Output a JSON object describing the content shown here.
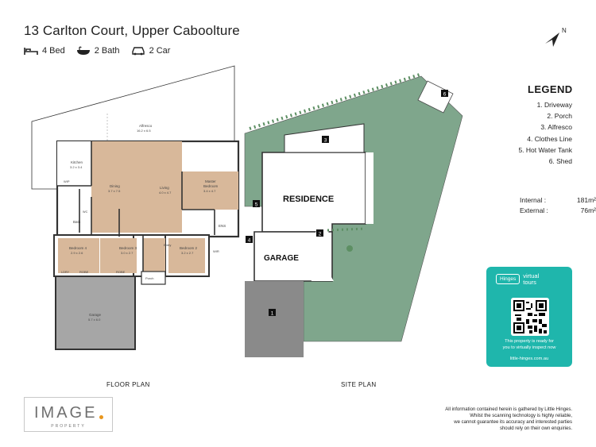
{
  "header": {
    "address": "13 Carlton Court, Upper Caboolture",
    "features": [
      {
        "icon": "bed-icon",
        "label": "4 Bed"
      },
      {
        "icon": "bath-icon",
        "label": "2 Bath"
      },
      {
        "icon": "car-icon",
        "label": "2 Car"
      }
    ]
  },
  "compass": {
    "label": "N"
  },
  "legend": {
    "title": "LEGEND",
    "items": [
      "1. Driveway",
      "2. Porch",
      "3. Alfresco",
      "4. Clothes Line",
      "5. Hot Water Tank",
      "6. Shed"
    ]
  },
  "areas": {
    "internal_label": "Internal :",
    "internal_value": "181m²",
    "external_label": "External :",
    "external_value": "76m²"
  },
  "virtual_tour": {
    "brand": "Hinges",
    "sub1": "virtual",
    "sub2": "tours",
    "line1": "This property is ready for",
    "line2": "you to virtually inspect now",
    "url": "little-hinges.com.au"
  },
  "floor_plan": {
    "label": "FLOOR PLAN",
    "rooms": {
      "alfresco": {
        "name": "Alfresco",
        "dims": "16.2 x 6.5"
      },
      "kitchen": {
        "name": "Kitchen",
        "dims": "3.2 x 3.4"
      },
      "dining": {
        "name": "Dining",
        "dims": "3.7 x 7.5"
      },
      "living": {
        "name": "Living",
        "dims": "4.0 x 4.7"
      },
      "master": {
        "name1": "Master",
        "name2": "Bedroom",
        "dims": "3.4 x 4.7"
      },
      "wip": "WIP",
      "bath": "Bath",
      "wc": "WC",
      "ens": "ENS",
      "bed4": {
        "name": "Bedroom 4",
        "dims": "2.9 x 2.6"
      },
      "bed3": {
        "name": "Bedroom 3",
        "dims": "3.0 x 2.7"
      },
      "bed2": {
        "name": "Bedroom 2",
        "dims": "3.2 x 2.7"
      },
      "entry": "Entry",
      "robe": "ROBE",
      "wir": "WIR",
      "ldry": "LDRY",
      "porch": "Porch",
      "garage": {
        "name": "Garage",
        "dims": "5.7 x 6.0"
      }
    }
  },
  "site_plan": {
    "label": "SITE PLAN",
    "residence": "RESIDENCE",
    "garage": "GARAGE",
    "markers": [
      "1",
      "2",
      "3",
      "4",
      "5",
      "6"
    ]
  },
  "brand": {
    "name": "IMAGE",
    "sub": "PROPERTY"
  },
  "disclaimer": [
    "All information contained herein is gathered by Little Hinges.",
    "Whilst the scanning technology is highly reliable,",
    "we cannot guarantee its accuracy and interested parties",
    "should rely on their own enquiries."
  ],
  "colors": {
    "wood_floor": "#d8b89a",
    "grass": "#7fa68c",
    "driveway": "#8a8a8a",
    "garage_floor": "#a6a6a6",
    "teal": "#1fb6ac",
    "brand_dot": "#e8961c"
  }
}
